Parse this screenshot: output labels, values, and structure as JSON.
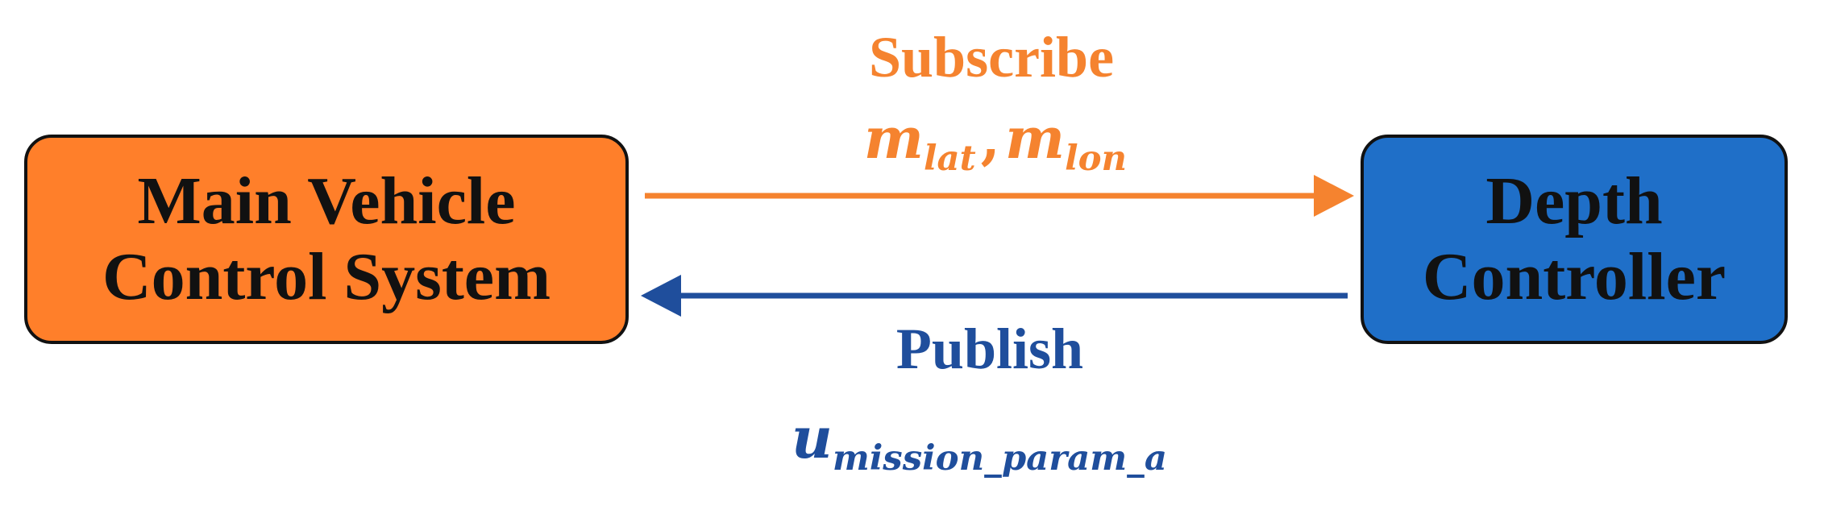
{
  "colors": {
    "orange": "#FF7F2A",
    "blue": "#1F6FC8",
    "subscribe_text": "#F5832F",
    "publish_text": "#1F4E9C",
    "border": "#111111"
  },
  "nodes": {
    "main": {
      "line1": "Main Vehicle",
      "line2": "Control System"
    },
    "depth": {
      "line1": "Depth",
      "line2": "Controller"
    }
  },
  "edges": {
    "subscribe": {
      "label": "Subscribe",
      "var1_base": "m",
      "var1_sub": "lat",
      "separator": ",",
      "var2_base": "m",
      "var2_sub": "lon"
    },
    "publish": {
      "label": "Publish",
      "var_base": "u",
      "var_sub": "mission_param_a"
    }
  }
}
